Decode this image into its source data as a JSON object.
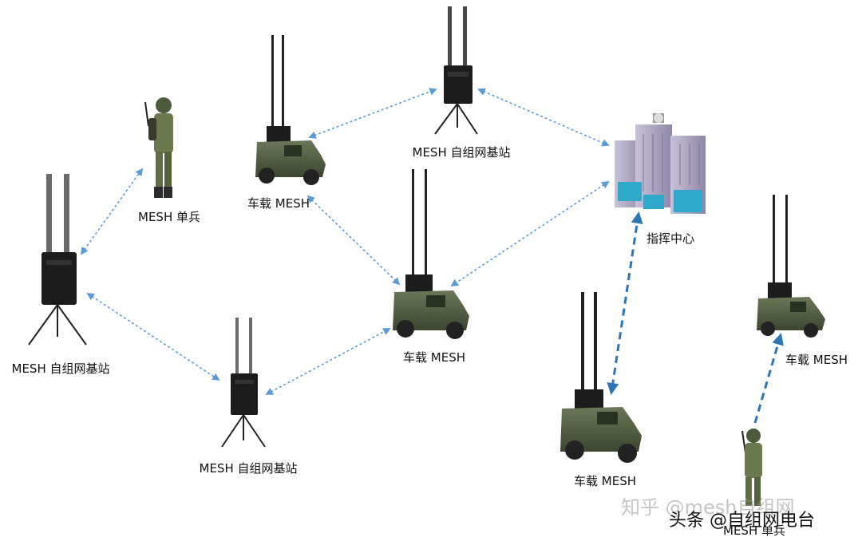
{
  "labels": {
    "base_top": "MESH 自组网基站",
    "base_left": "MESH 自组网基站",
    "base_bottom": "MESH 自组网基站",
    "soldier_top": "MESH 单兵",
    "soldier_bottom": "MESH 单兵",
    "vehicle_top": "车载 MESH",
    "vehicle_center": "车载 MESH",
    "vehicle_bottom": "车载 MESH",
    "vehicle_right": "车载 MESH",
    "command_center": "指挥中心"
  },
  "watermark": {
    "zhihu": "知乎 @mesh自组网",
    "toutiao": "头条 @自组网电台"
  },
  "colors": {
    "link_arrow": "#5b9bd5",
    "strong_link_arrow": "#2e75b6",
    "vehicle_body": "#4a5a3a",
    "radio_box": "#1c1c1c",
    "building": "#a8a8c8"
  }
}
